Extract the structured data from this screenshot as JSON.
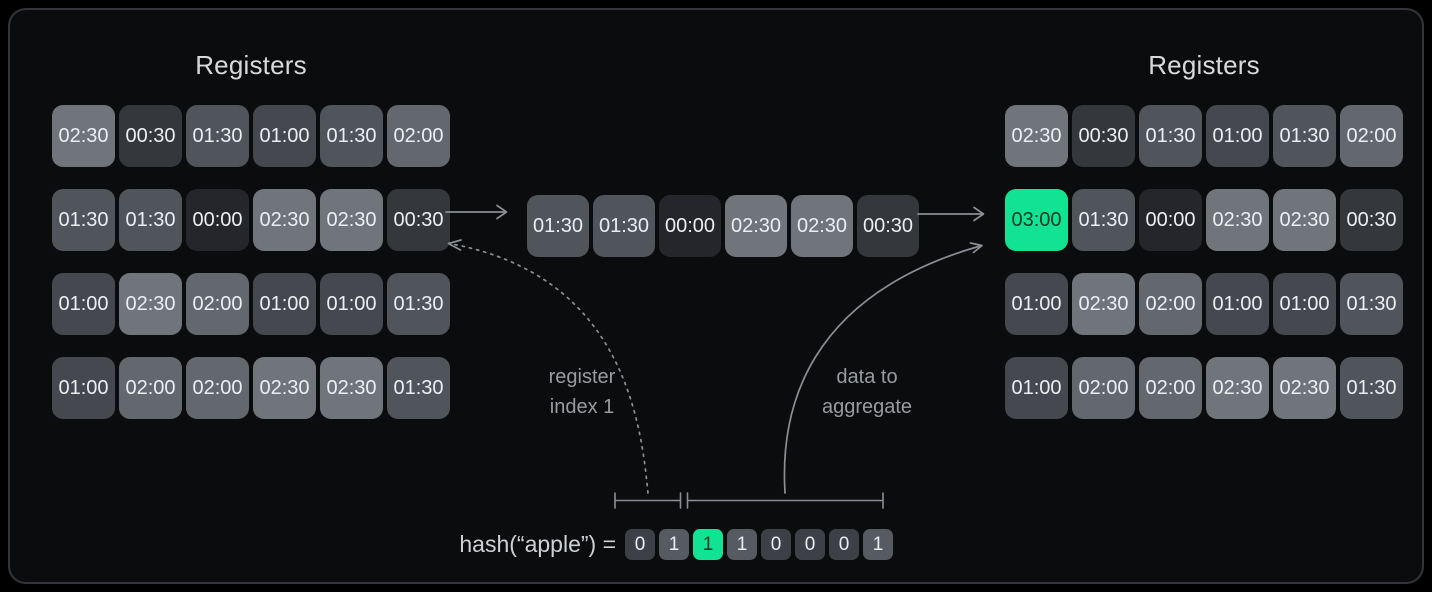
{
  "colors": {
    "page_bg": "#000000",
    "panel_bg": "#0b0c0e",
    "panel_border": "#32353a",
    "title": "#d7d9db",
    "cell_text": "#eceef0",
    "accent": "#12e392",
    "accent_text": "#0b3a27",
    "arrow": "#8b8e94",
    "label": "#989ba0",
    "hash_text": "#ced1d4",
    "value_colors": {
      "00:00": "#24262b",
      "00:30": "#34373c",
      "01:00": "#45494f",
      "01:30": "#50545b",
      "02:00": "#63676e",
      "02:30": "#70747b",
      "03:00": "#12e392"
    },
    "bit_colors": {
      "0": "#3d4147",
      "1": "#565a61"
    }
  },
  "left_registers": {
    "title": "Registers",
    "rows": [
      [
        "02:30",
        "00:30",
        "01:30",
        "01:00",
        "01:30",
        "02:00"
      ],
      [
        "01:30",
        "01:30",
        "00:00",
        "02:30",
        "02:30",
        "00:30"
      ],
      [
        "01:00",
        "02:30",
        "02:00",
        "01:00",
        "01:00",
        "01:30"
      ],
      [
        "01:00",
        "02:00",
        "02:00",
        "02:30",
        "02:30",
        "01:30"
      ]
    ]
  },
  "right_registers": {
    "title": "Registers",
    "rows": [
      [
        "02:30",
        "00:30",
        "01:30",
        "01:00",
        "01:30",
        "02:00"
      ],
      [
        "03:00",
        "01:30",
        "00:00",
        "02:30",
        "02:30",
        "00:30"
      ],
      [
        "01:00",
        "02:30",
        "02:00",
        "01:00",
        "01:00",
        "01:30"
      ],
      [
        "01:00",
        "02:00",
        "02:00",
        "02:30",
        "02:30",
        "01:30"
      ]
    ],
    "highlight": {
      "row": 1,
      "col": 0
    }
  },
  "incoming_row": {
    "values": [
      "01:30",
      "01:30",
      "00:00",
      "02:30",
      "02:30",
      "00:30"
    ]
  },
  "annotations": {
    "register_index": {
      "lines": [
        "register",
        "index 1"
      ]
    },
    "data_to_aggregate": {
      "lines": [
        "data to",
        "aggregate"
      ]
    }
  },
  "hash": {
    "label": "hash(“apple”) =",
    "bits": [
      "0",
      "1",
      "1",
      "1",
      "0",
      "0",
      "0",
      "1"
    ],
    "highlight_index": 2
  }
}
